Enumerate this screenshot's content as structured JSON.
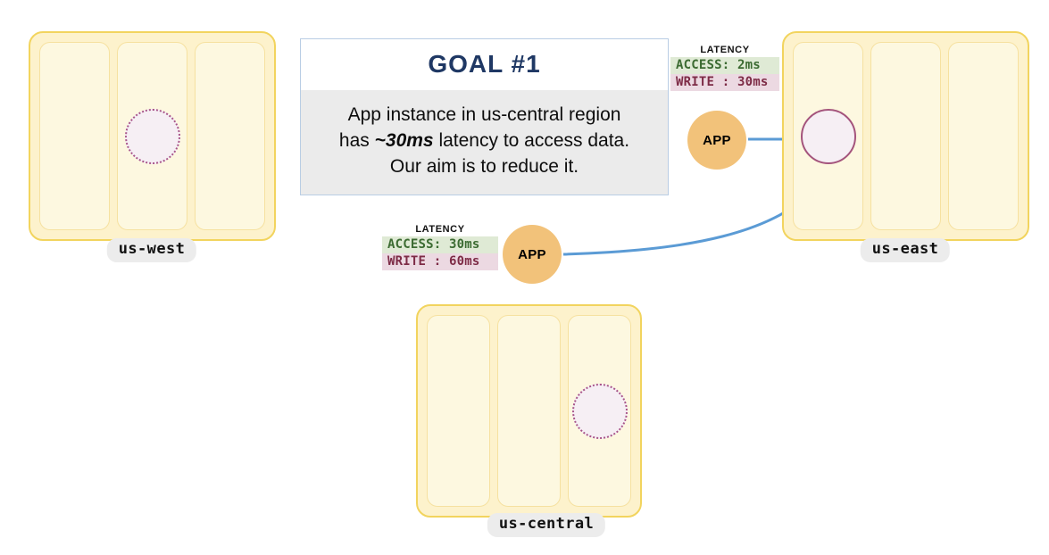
{
  "diagram": {
    "title": "Multi-region data placement — Goal #1",
    "colors": {
      "region_fill": "#fdf2cc",
      "region_border": "#f2d45e",
      "zone_fill": "#fdf8e0",
      "zone_border": "#f6e1a0",
      "app_fill": "#f2c27a",
      "replica_fill": "#f6eff4",
      "replica_border": "#a4547c",
      "arrow": "#5b9bd5",
      "goal_title": "#1f3864",
      "goal_body_bg": "#ebebeb",
      "access_bg": "#dfead5",
      "access_text": "#3c6b32",
      "write_bg": "#ecd9e2",
      "write_text": "#7d2b46",
      "label_pill_bg": "#ececec"
    },
    "regions": [
      {
        "id": "us-west",
        "label": "us-west",
        "zones": [
          "zone-a",
          "zone-b",
          "zone-c"
        ],
        "replica": {
          "zone_index": 1,
          "kind": "follower"
        }
      },
      {
        "id": "us-east",
        "label": "us-east",
        "zones": [
          "zone-a",
          "zone-b",
          "zone-c"
        ],
        "replica": {
          "zone_index": 0,
          "kind": "leader"
        }
      },
      {
        "id": "us-central",
        "label": "us-central",
        "zones": [
          "zone-a",
          "zone-b",
          "zone-c"
        ],
        "replica": {
          "zone_index": 2,
          "kind": "follower"
        }
      }
    ],
    "apps": [
      {
        "id": "app-us-east",
        "label": "APP",
        "region": "us-east"
      },
      {
        "id": "app-us-central",
        "label": "APP",
        "region": "us-central"
      }
    ],
    "latency_boxes": [
      {
        "id": "latency-us-east",
        "title": "LATENCY",
        "access_label": "ACCESS:",
        "access_value": "2ms",
        "access_line": "ACCESS: 2ms",
        "write_label": "WRITE :",
        "write_value": "30ms",
        "write_line": "WRITE : 30ms"
      },
      {
        "id": "latency-us-central",
        "title": "LATENCY",
        "access_label": "ACCESS:",
        "access_value": "30ms",
        "access_line": "ACCESS: 30ms",
        "write_label": "WRITE :",
        "write_value": "60ms",
        "write_line": "WRITE : 60ms"
      }
    ],
    "goal": {
      "title": "GOAL  #1",
      "body_line1": "App instance in us-central region",
      "body_line2_pre": "has ",
      "body_line2_em": "~30ms",
      "body_line2_post": " latency to access data.",
      "body_line3": "Our aim is to reduce it."
    },
    "arrows": [
      {
        "id": "arrow-app-east-to-leader",
        "from": "app-us-east",
        "to": "leader-replica",
        "style": "straight"
      },
      {
        "id": "arrow-app-central-to-leader",
        "from": "app-us-central",
        "to": "leader-replica",
        "style": "curved"
      }
    ]
  }
}
